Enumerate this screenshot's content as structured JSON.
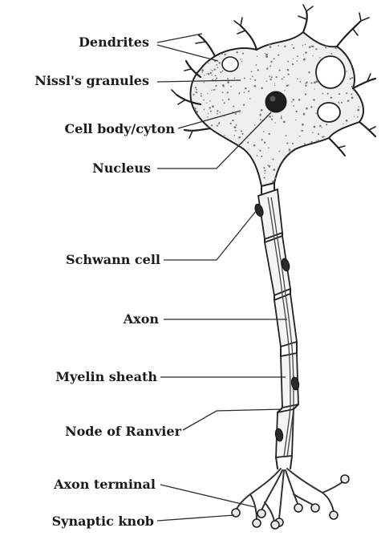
{
  "labels": {
    "dendrites": "Dendrites",
    "nissl_granules": "Nissl's granules",
    "cell_body": "Cell body/cyton",
    "nucleus": "Nucleus",
    "schwann_cell": "Schwann cell",
    "axon": "Axon",
    "myelin_sheath": "Myelin sheath",
    "node_of_ranvier": "Node of Ranvier",
    "axon_terminal": "Axon terminal",
    "synaptic_knob": "Synaptic knob"
  },
  "colors": {
    "line": "#222222",
    "cell_fill": "#efefef",
    "nucleus_fill": "#1e1e1e",
    "label_text": "#1a1a1a"
  }
}
